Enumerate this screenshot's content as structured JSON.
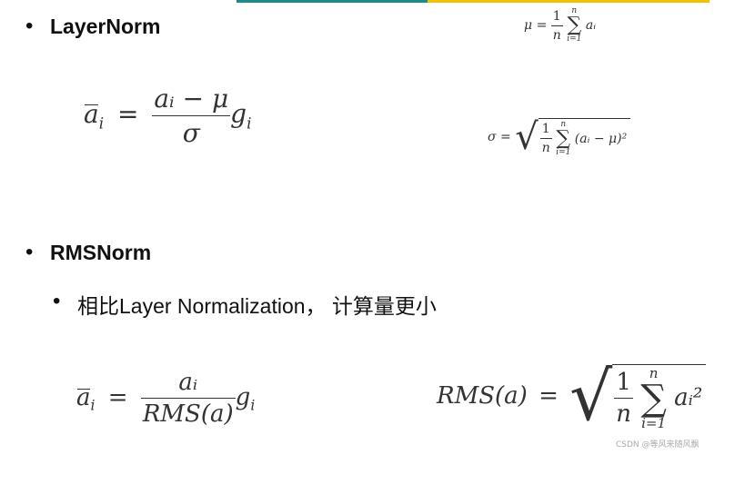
{
  "colors": {
    "bar_teal": "#1f8a8a",
    "bar_yellow": "#f2c200",
    "text": "#111111",
    "math": "#333333"
  },
  "layernorm": {
    "bullet": "•",
    "title": "LayerNorm",
    "formula_norm": {
      "lhs_var": "a",
      "lhs_sub": "i",
      "equals": "=",
      "num": "aᵢ − μ",
      "den": "σ",
      "gain": "g",
      "gain_sub": "i"
    },
    "formula_mu": {
      "lhs": "μ",
      "equals": "=",
      "one": "1",
      "n": "n",
      "sigma": "∑",
      "upper": "n",
      "lower": "i=1",
      "term": "aᵢ"
    },
    "formula_sigma": {
      "lhs": "σ",
      "equals": "=",
      "radical": "√",
      "one": "1",
      "n": "n",
      "sigma": "∑",
      "upper": "n",
      "lower": "i=1",
      "term": "(aᵢ − μ)²"
    }
  },
  "rmsnorm": {
    "bullet": "•",
    "title": "RMSNorm",
    "sub_bullet": "•",
    "sub_text": "相比Layer Normalization， 计算量更小",
    "formula_norm": {
      "lhs_var": "a",
      "lhs_sub": "i",
      "equals": "=",
      "num": "aᵢ",
      "den": "RMS(a)",
      "gain": "g",
      "gain_sub": "i"
    },
    "formula_rms": {
      "lhs": "RMS(a)",
      "equals": "=",
      "radical": "√",
      "one": "1",
      "n": "n",
      "sigma": "∑",
      "upper": "n",
      "lower": "i=1",
      "term": "aᵢ²"
    }
  },
  "watermark": "CSDN @等风来随风飘"
}
